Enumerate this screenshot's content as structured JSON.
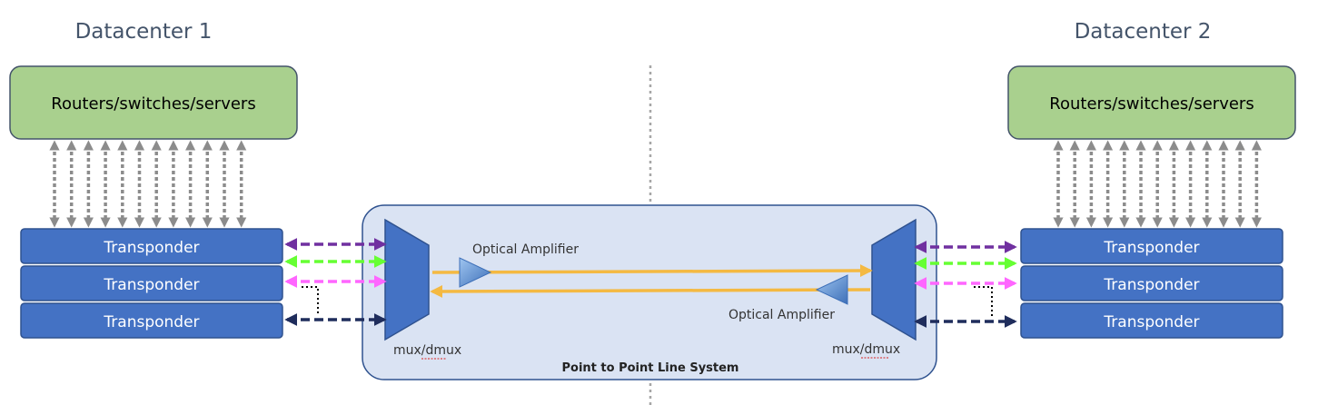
{
  "datacenter_left": {
    "title": "Datacenter 1",
    "router_label": "Routers/switches/servers",
    "transponders": [
      "Transponder",
      "Transponder",
      "Transponder"
    ]
  },
  "datacenter_right": {
    "title": "Datacenter 2",
    "router_label": "Routers/switches/servers",
    "transponders": [
      "Transponder",
      "Transponder",
      "Transponder"
    ]
  },
  "line_system": {
    "label": "Point to Point Line System",
    "amplifier_top_label": "Optical Amplifier",
    "amplifier_bottom_label": "Optical Amplifier",
    "mux_left_label": "mux/dmux",
    "mux_right_label": "mux/dmux"
  },
  "colors": {
    "router_fill": "#a9d08e",
    "transponder_fill": "#4472c4",
    "line_system_fill": "#dae3f3",
    "fiber": "#f4b942",
    "channel_purple": "#7030a0",
    "channel_green": "#66ff33",
    "channel_pink": "#ff66ff",
    "channel_navy": "#1f2d5c",
    "grey_link": "#8c8c8c"
  }
}
